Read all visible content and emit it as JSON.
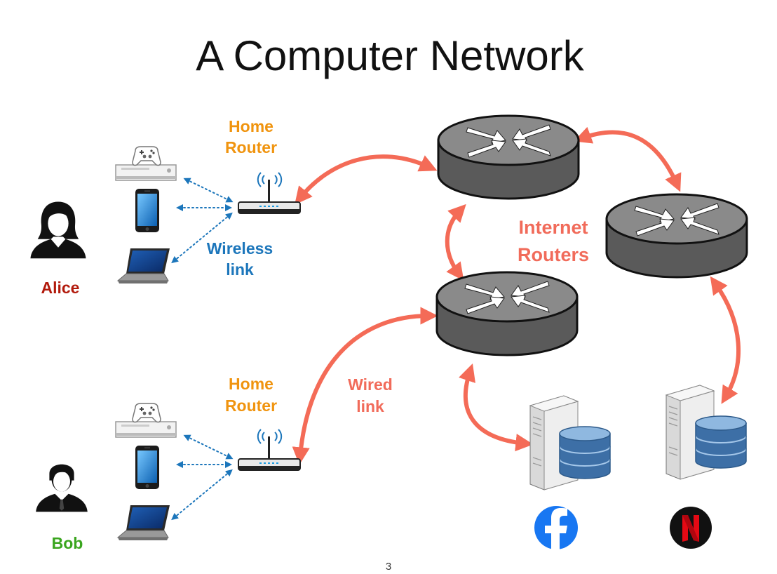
{
  "title": "A Computer Network",
  "labels": {
    "home_router_top_1": "Home",
    "home_router_top_2": "Router",
    "home_router_bottom_1": "Home",
    "home_router_bottom_2": "Router",
    "wireless_1": "Wireless",
    "wireless_2": "link",
    "wired_1": "Wired",
    "wired_2": "link",
    "internet_1": "Internet",
    "internet_2": "Routers",
    "alice": "Alice",
    "bob": "Bob"
  },
  "page_number": "3",
  "colors": {
    "home_router_label": "#f0940f",
    "wireless_label": "#1c76bb",
    "wired_and_internet_label": "#f16b5a",
    "alice": "#b21a0c",
    "bob": "#3aa51e",
    "link_arrow": "#f46b57",
    "router_body": "#6b6b6b"
  },
  "icons": {
    "person_alice": "woman-user-icon",
    "person_bob": "man-user-icon",
    "console": "game-console-icon",
    "phone": "smartphone-icon",
    "laptop": "laptop-icon",
    "home_router": "wifi-router-icon",
    "internet_router": "network-router-icon",
    "server": "server-database-icon",
    "facebook": "facebook-logo",
    "netflix": "netflix-logo"
  }
}
